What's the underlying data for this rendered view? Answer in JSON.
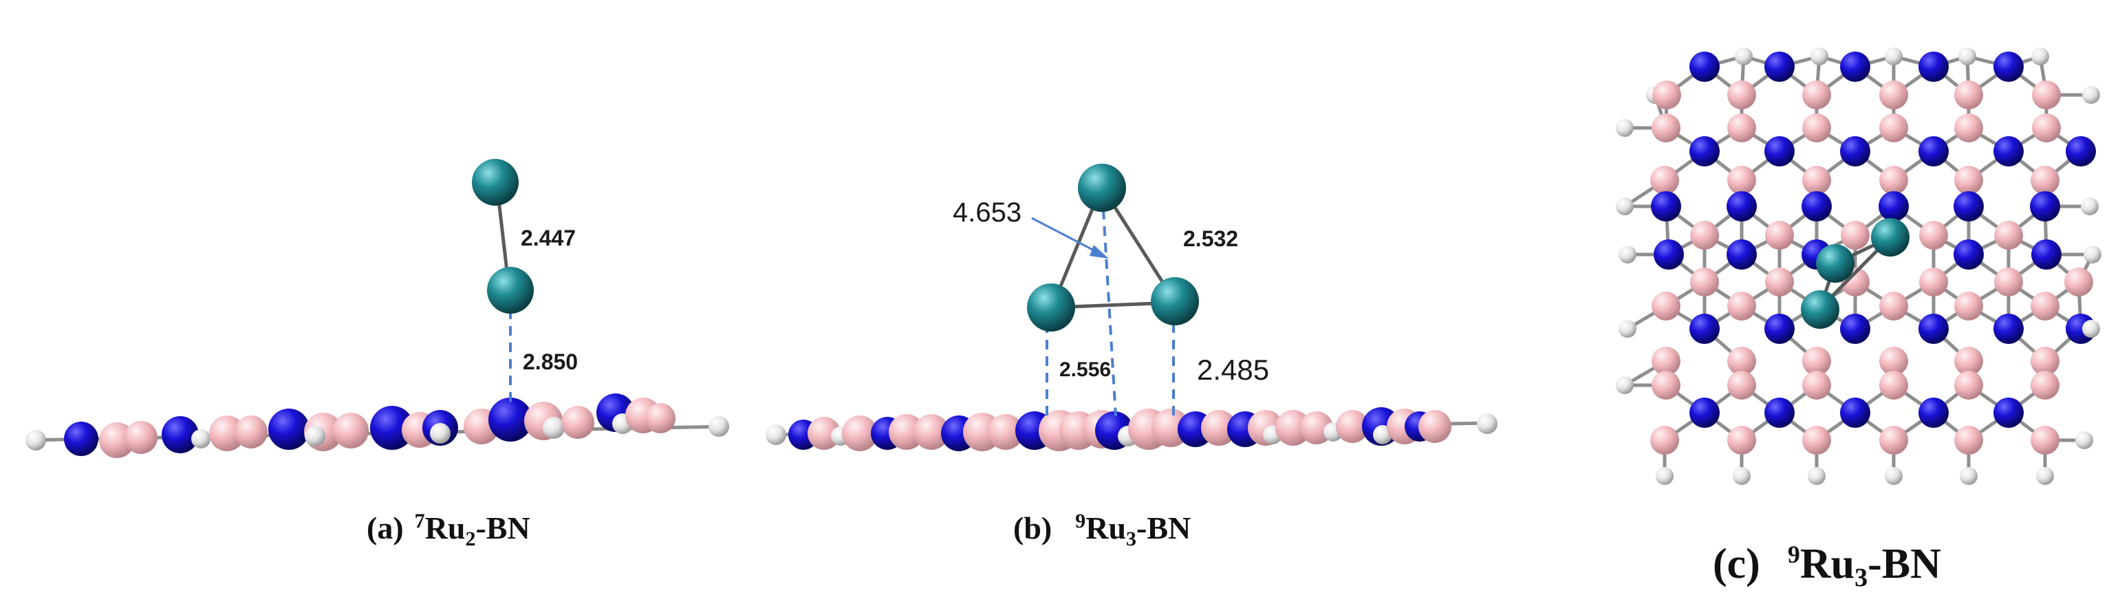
{
  "panels": {
    "a": {
      "caption_letter": "(a)",
      "caption_sup": "7",
      "caption_main": "Ru",
      "caption_sub": "2",
      "caption_tail": "-BN",
      "distances": {
        "ru_ru": "2.447",
        "ru_surface": "2.850"
      }
    },
    "b": {
      "caption_letter": "(b)",
      "caption_sup": "9",
      "caption_main": "Ru",
      "caption_sub": "3",
      "caption_tail": "-BN",
      "distances": {
        "top_to_surface": "4.653",
        "ru_ru": "2.532",
        "ru_surface_left": "2.556",
        "ru_surface_right": "2.485"
      }
    },
    "c": {
      "caption_letter": "(c)",
      "caption_sup": "9",
      "caption_main": "Ru",
      "caption_sub": "3",
      "caption_tail": "-BN"
    }
  },
  "colors": {
    "nitrogen": "#1a12d6",
    "boron": "#f2b8be",
    "hydrogen": "#e6e6e6",
    "ruthenium": "#1f8a93",
    "bond": "#8e8e8e",
    "dashed_guide": "#4a7fd0"
  }
}
